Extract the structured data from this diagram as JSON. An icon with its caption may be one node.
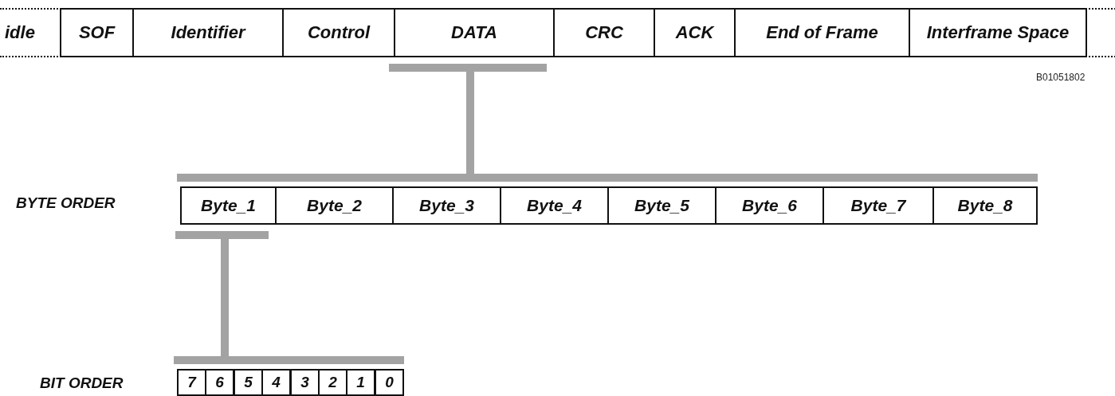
{
  "diagram": {
    "nodes": [
      {
        "text": [
          "idle"
        ]
      },
      {
        "text": [
          "SOF"
        ]
      },
      {
        "text": [
          "Identifier"
        ]
      },
      {
        "text": [
          "Control"
        ]
      },
      {
        "text": [
          "DATA"
        ]
      },
      {
        "text": [
          "CRC"
        ]
      },
      {
        "text": [
          "ACK"
        ]
      },
      {
        "text": [
          "End of Frame"
        ]
      },
      {
        "text": [
          "Interframe Space"
        ]
      },
      {
        "text": [
          "Byte_1"
        ]
      },
      {
        "text": [
          "Byte_2"
        ]
      },
      {
        "text": [
          "Byte_3"
        ]
      },
      {
        "text": [
          "Byte_4"
        ]
      },
      {
        "text": [
          "Byte_5"
        ]
      },
      {
        "text": [
          "Byte_6"
        ]
      },
      {
        "text": [
          "Byte_7"
        ]
      },
      {
        "text": [
          "Byte_8"
        ]
      },
      {
        "text": [
          "7"
        ]
      },
      {
        "text": [
          "6"
        ]
      },
      {
        "text": [
          "5"
        ]
      },
      {
        "text": [
          "4"
        ]
      },
      {
        "text": [
          "3"
        ]
      },
      {
        "text": [
          "2"
        ]
      },
      {
        "text": [
          "1"
        ]
      },
      {
        "text": [
          "0"
        ]
      }
    ],
    "labels": [
      "B01051802",
      "BYTE ORDER",
      "BIT ORDER"
    ]
  }
}
